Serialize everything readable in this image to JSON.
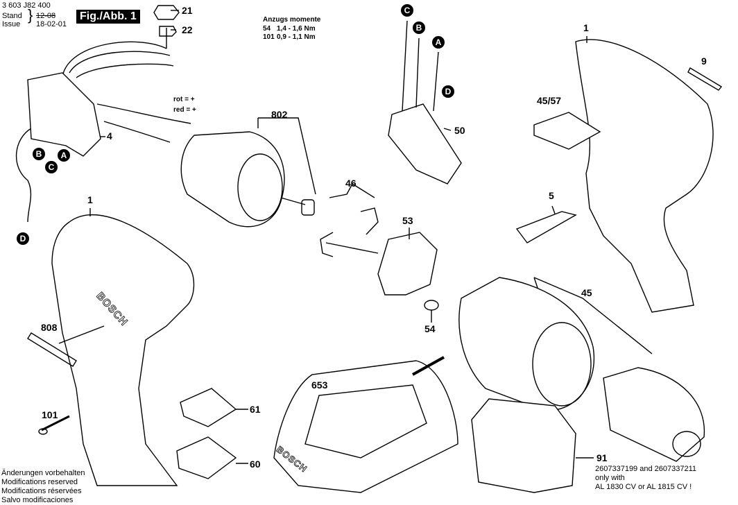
{
  "header": {
    "doc_number": "3 603 J82 400",
    "stand_label": "Stand",
    "issue_label": "Issue",
    "stand_value": "12-08",
    "issue_value": "18-02-01",
    "figure_title": "Fig./Abb. 1"
  },
  "torque": {
    "title": "Anzugs momente",
    "rows": [
      {
        "part": "54",
        "value": "1,4 - 1,6 Nm"
      },
      {
        "part": "101",
        "value": "0,9 - 1,1 Nm"
      }
    ]
  },
  "wire_colors": {
    "line1": "rot = +",
    "line2": "red = +"
  },
  "part_labels": [
    "21",
    "22",
    "4",
    "802",
    "46",
    "53",
    "54",
    "50",
    "1",
    "9",
    "45/57",
    "5",
    "45",
    "1",
    "808",
    "101",
    "61",
    "60",
    "653",
    "91"
  ],
  "connector_letters": [
    "C",
    "B",
    "A",
    "D",
    "B",
    "C",
    "A",
    "D"
  ],
  "footer_left": [
    "Änderungen vorbehalten",
    "Modifications reserved",
    "Modifications réservées",
    "Salvo modificaciones"
  ],
  "footer_right": [
    "2607337199 and 2607337211",
    "only with",
    "AL 1830 CV or AL 1815 CV !"
  ],
  "brand_mark": "BOSCH"
}
